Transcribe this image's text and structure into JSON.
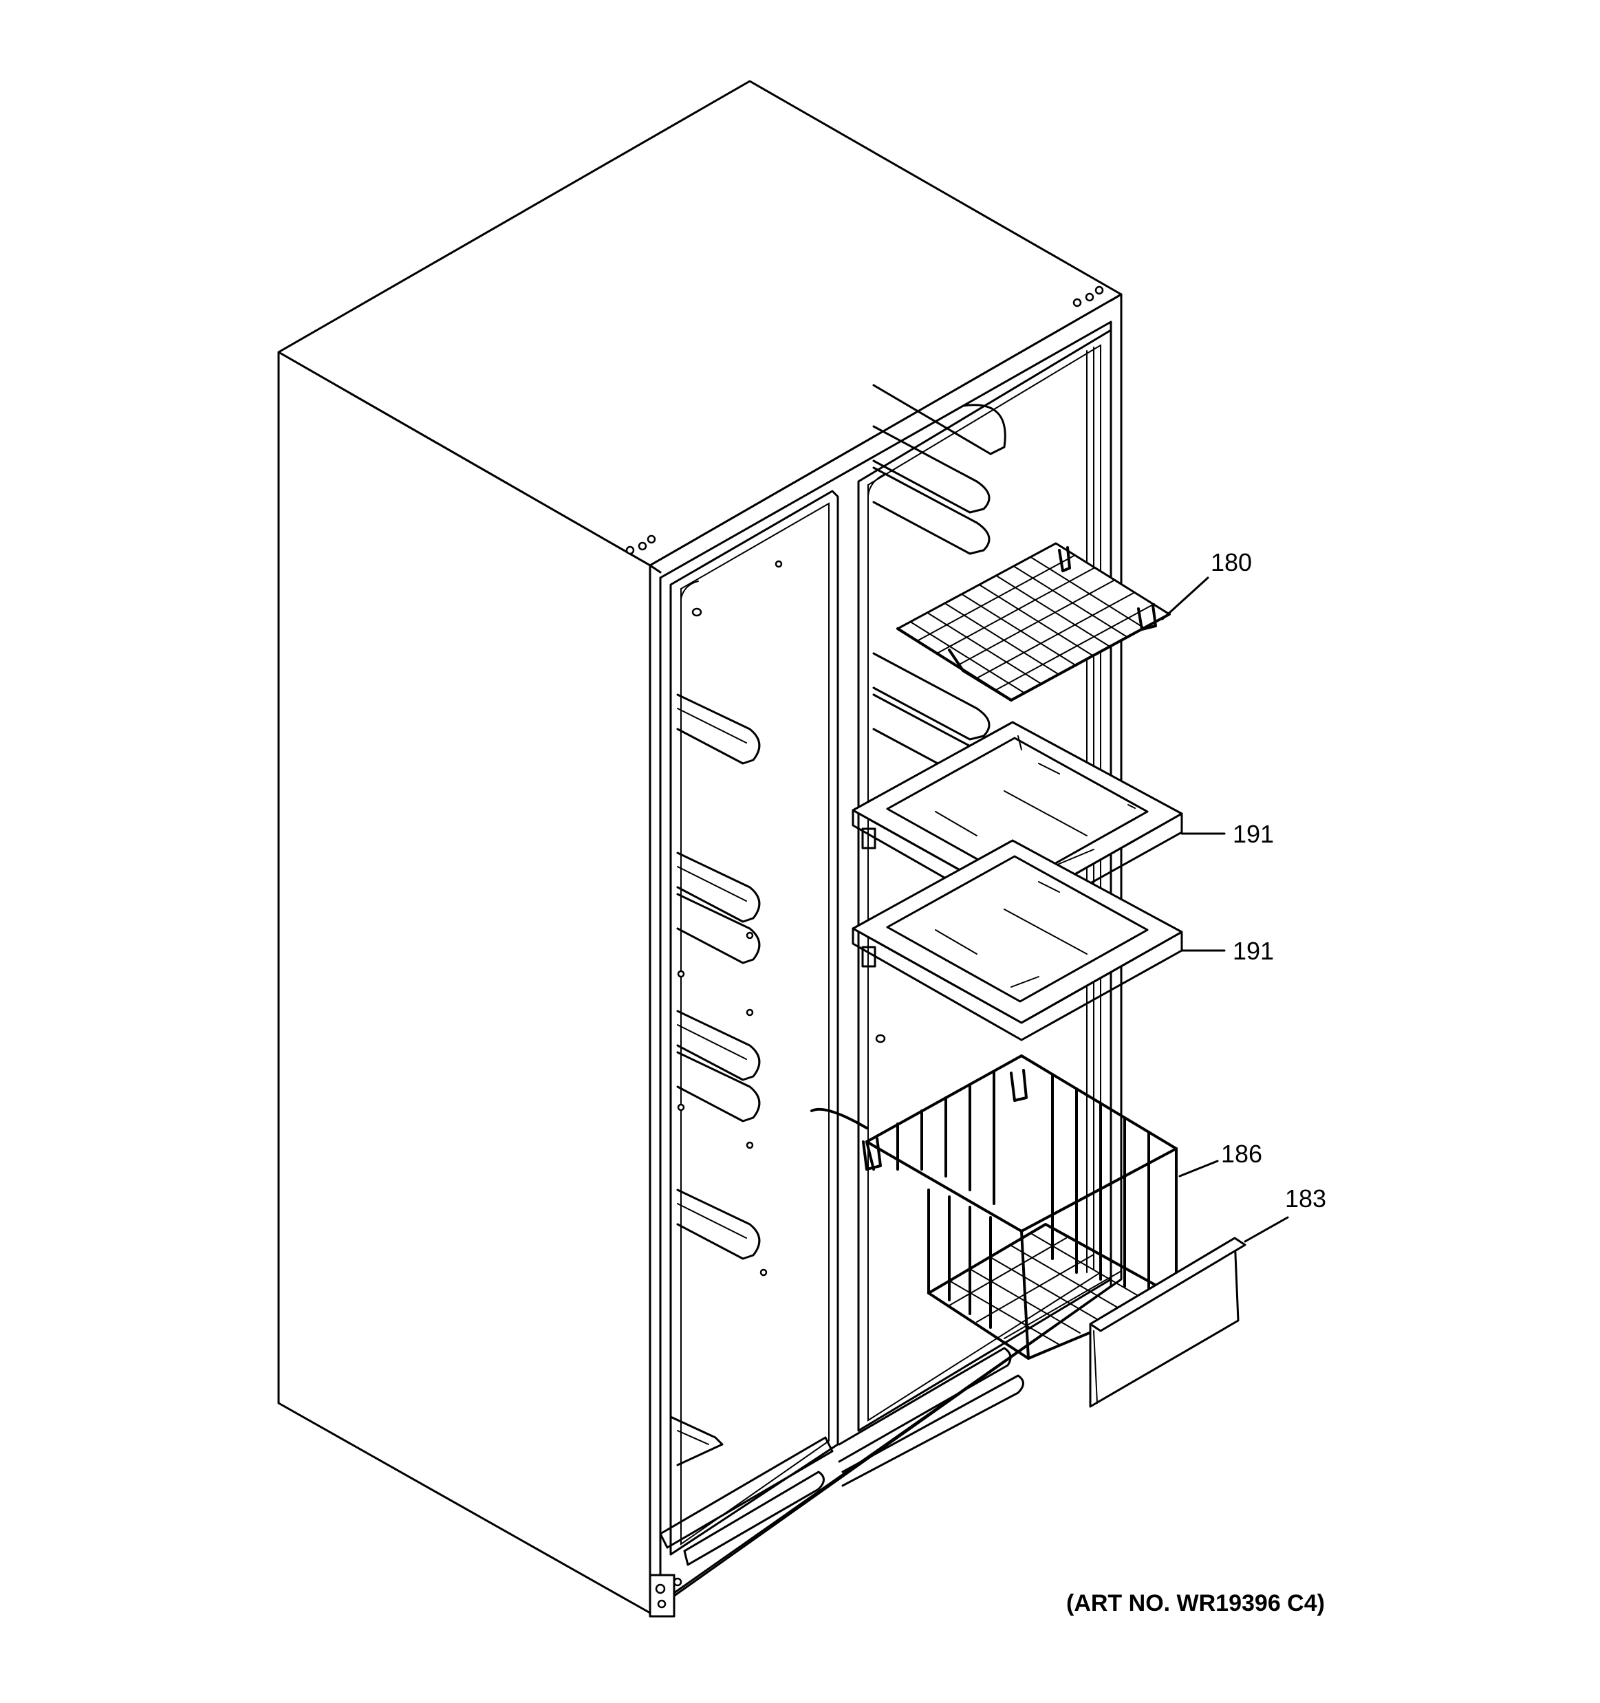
{
  "callouts": [
    {
      "id": "180",
      "label": "180"
    },
    {
      "id": "191a",
      "label": "191"
    },
    {
      "id": "191b",
      "label": "191"
    },
    {
      "id": "186",
      "label": "186"
    },
    {
      "id": "183",
      "label": "183"
    }
  ],
  "art_number": "(ART NO. WR19396 C4)"
}
